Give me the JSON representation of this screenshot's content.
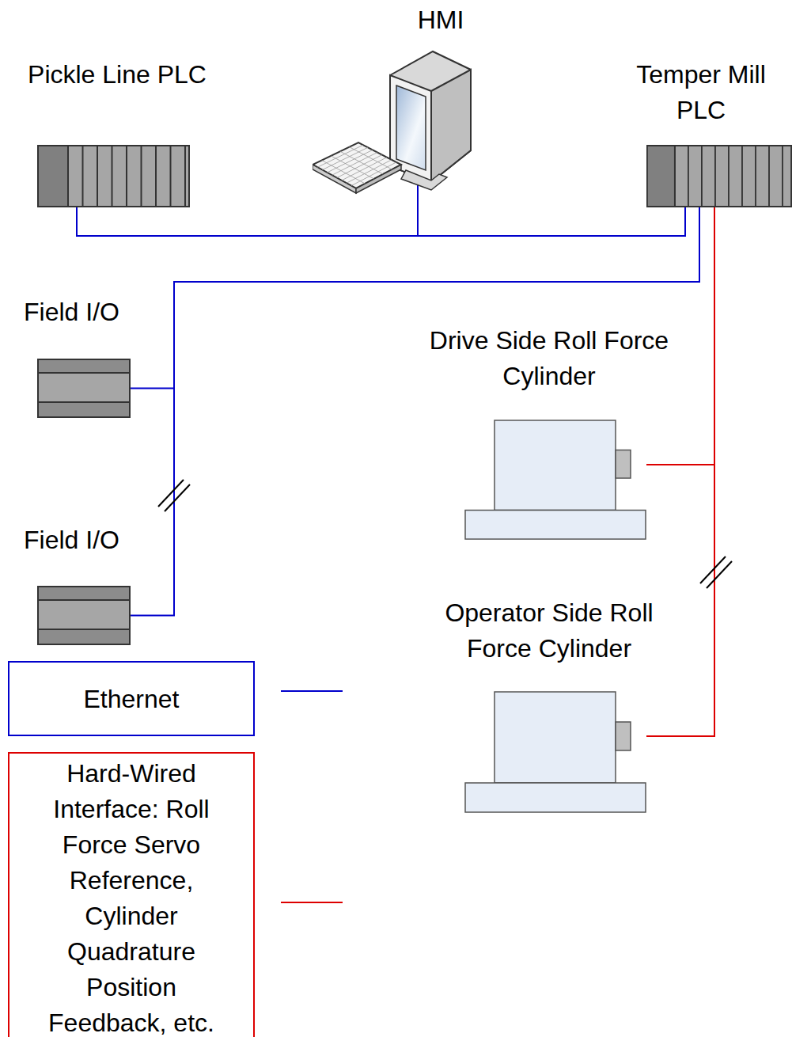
{
  "diagram": {
    "nodes": [
      {
        "text": [
          "Pickle Line PLC"
        ]
      },
      {
        "text": [
          "HMI"
        ]
      },
      {
        "text": [
          "Temper Mill PLC"
        ]
      },
      {
        "text": [
          "Field I/O"
        ]
      },
      {
        "text": [
          "Field I/O"
        ]
      },
      {
        "text": [
          "Drive Side Roll Force Cylinder"
        ]
      },
      {
        "text": [
          "Operator Side Roll Force Cylinder"
        ]
      }
    ],
    "edges": [
      {
        "from": 0,
        "to": 2,
        "arrow": "none"
      },
      {
        "from": 1,
        "to": 2,
        "arrow": "none"
      },
      {
        "from": 2,
        "to": 3,
        "arrow": "none"
      },
      {
        "from": 2,
        "to": 4,
        "arrow": "none"
      },
      {
        "from": 2,
        "to": 5,
        "arrow": "none"
      },
      {
        "from": 2,
        "to": 6,
        "arrow": "none"
      }
    ],
    "legend": [
      {
        "text": "Ethernet"
      },
      {
        "text": "Hard-Wired Interface: Roll Force Servo Reference, Cylinder Quadrature Position Feedback, etc."
      }
    ]
  }
}
